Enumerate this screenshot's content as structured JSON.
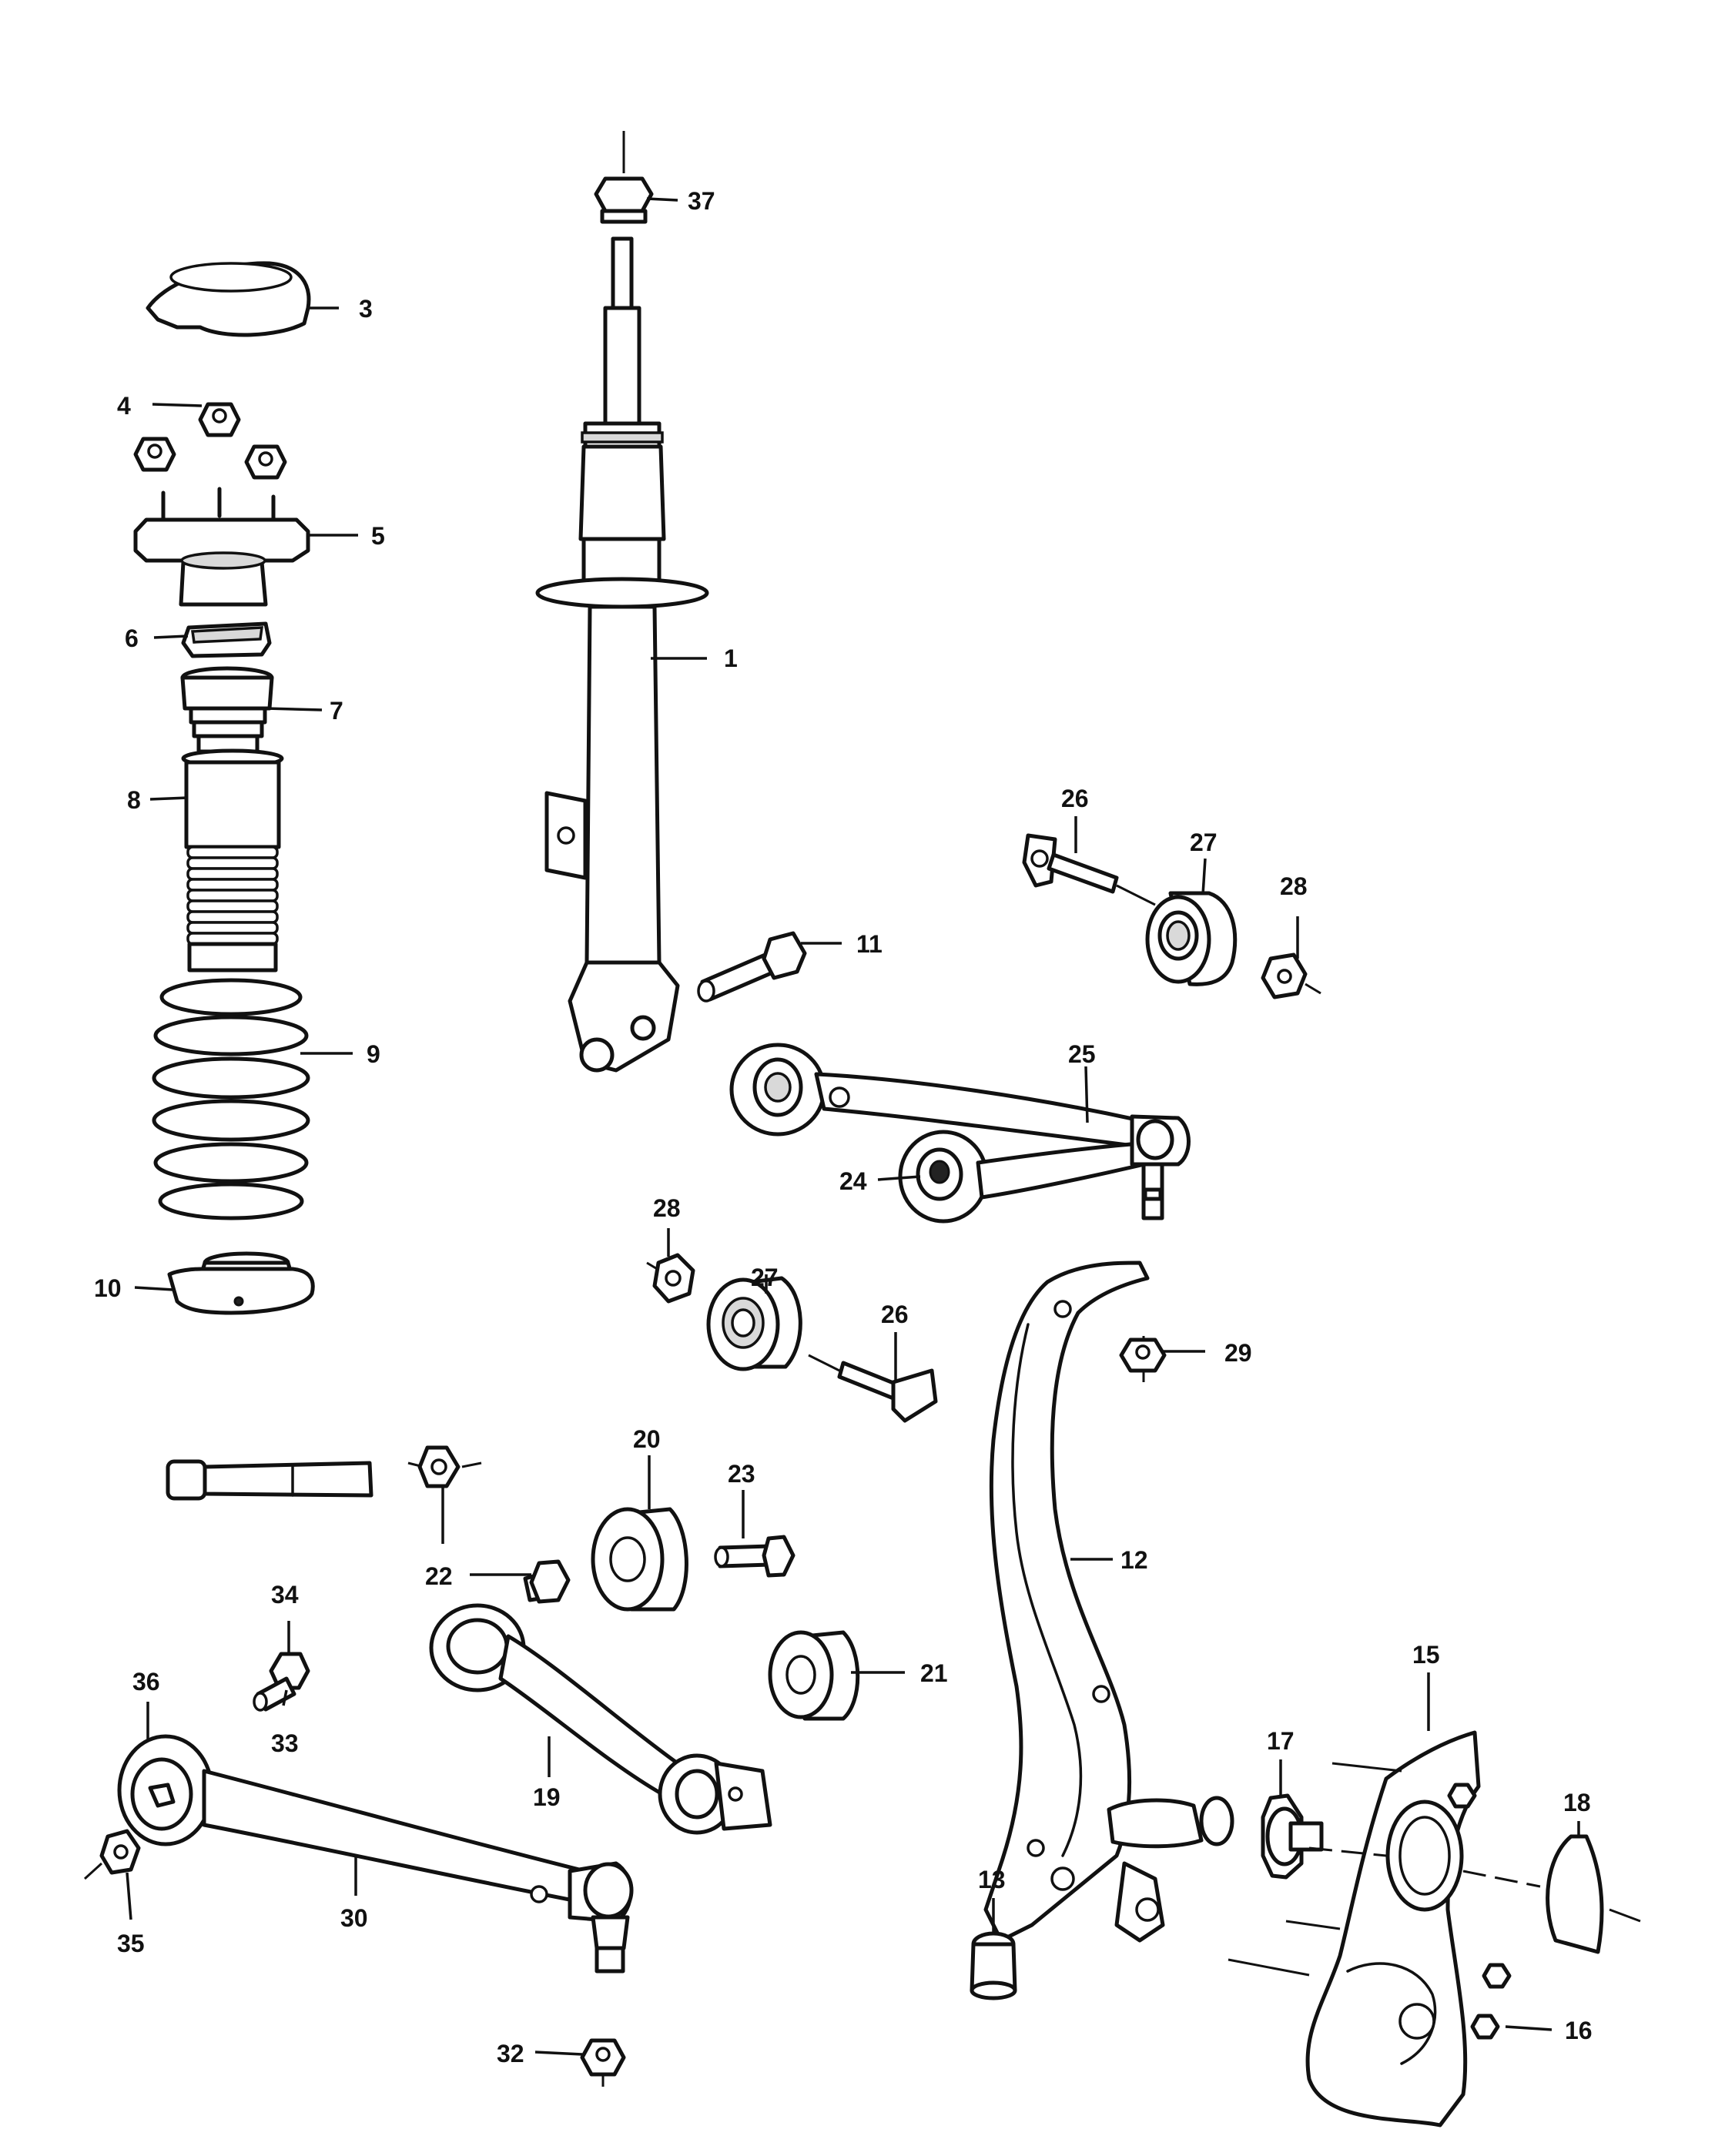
{
  "callouts": [
    {
      "id": "c37",
      "text": "37"
    },
    {
      "id": "c3",
      "text": "3"
    },
    {
      "id": "c4",
      "text": "4"
    },
    {
      "id": "c5",
      "text": "5"
    },
    {
      "id": "c6",
      "text": "6"
    },
    {
      "id": "c7",
      "text": "7"
    },
    {
      "id": "c8",
      "text": "8"
    },
    {
      "id": "c9",
      "text": "9"
    },
    {
      "id": "c10",
      "text": "10"
    },
    {
      "id": "c1",
      "text": "1"
    },
    {
      "id": "c11",
      "text": "11"
    },
    {
      "id": "c26a",
      "text": "26"
    },
    {
      "id": "c27a",
      "text": "27"
    },
    {
      "id": "c28a",
      "text": "28"
    },
    {
      "id": "c25",
      "text": "25"
    },
    {
      "id": "c24",
      "text": "24"
    },
    {
      "id": "c28b",
      "text": "28"
    },
    {
      "id": "c27b",
      "text": "27"
    },
    {
      "id": "c26b",
      "text": "26"
    },
    {
      "id": "c29",
      "text": "29"
    },
    {
      "id": "c20",
      "text": "20"
    },
    {
      "id": "c23",
      "text": "23"
    },
    {
      "id": "c22",
      "text": "22"
    },
    {
      "id": "c12",
      "text": "12"
    },
    {
      "id": "c34",
      "text": "34"
    },
    {
      "id": "c33",
      "text": "33"
    },
    {
      "id": "c36",
      "text": "36"
    },
    {
      "id": "c21",
      "text": "21"
    },
    {
      "id": "c19",
      "text": "19"
    },
    {
      "id": "c15",
      "text": "15"
    },
    {
      "id": "c17",
      "text": "17"
    },
    {
      "id": "c18",
      "text": "18"
    },
    {
      "id": "c30",
      "text": "30"
    },
    {
      "id": "c35",
      "text": "35"
    },
    {
      "id": "c13",
      "text": "13"
    },
    {
      "id": "c16",
      "text": "16"
    },
    {
      "id": "c32",
      "text": "32"
    }
  ]
}
